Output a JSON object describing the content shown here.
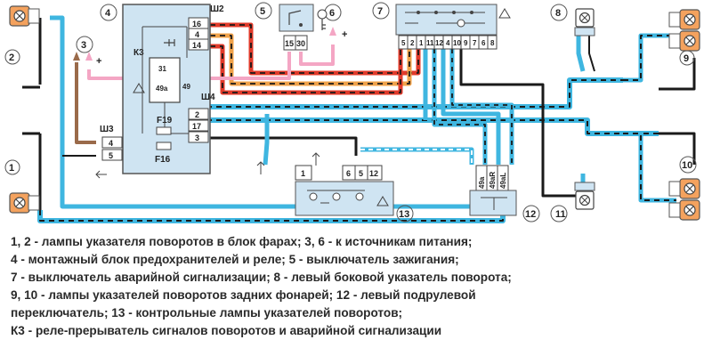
{
  "components": {
    "c1": {
      "number": "1"
    },
    "c2": {
      "number": "2"
    },
    "c3": {
      "number": "3",
      "sign": "+"
    },
    "c4": {
      "number": "4",
      "relay_label": "К3",
      "relay_pin_31": "31",
      "relay_pin_49a": "49а",
      "relay_pin_49": "49",
      "fuse_a": "F19",
      "fuse_b": "F16"
    },
    "c5": {
      "number": "5",
      "pin_a": "15",
      "pin_b": "30"
    },
    "c6": {
      "number": "6",
      "sign": "+"
    },
    "c7": {
      "number": "7",
      "pins": [
        "5",
        "2",
        "1",
        "11",
        "12",
        "4",
        "10",
        "9",
        "7",
        "6",
        "8"
      ]
    },
    "c8": {
      "number": "8"
    },
    "c9": {
      "number": "9"
    },
    "c10": {
      "number": "10"
    },
    "c11": {
      "number": "11"
    },
    "c12": {
      "number": "12",
      "pins": [
        "49а",
        "49аR",
        "49аL"
      ]
    },
    "c13": {
      "number": "13",
      "pin_1": "1",
      "pins": [
        "6",
        "5",
        "12"
      ]
    }
  },
  "connectors": {
    "sh2": {
      "label": "Ш2",
      "pins": [
        "16",
        "4",
        "14"
      ]
    },
    "sh3": {
      "label": "Ш3",
      "pins": [
        "4",
        "5"
      ]
    },
    "sh4": {
      "label": "Ш4",
      "pins": [
        "2",
        "17",
        "3"
      ]
    }
  },
  "colors": {
    "wire_blue": "#3fb6e0",
    "wire_black": "#1a1a1a",
    "wire_red": "#e03a2a",
    "wire_orange": "#f0a24a",
    "wire_pink": "#f4a6c4",
    "wire_brown": "#9a6a4a",
    "lamp_orange": "#f4a25e",
    "box_fill": "#cfe4f2"
  },
  "legend": [
    "1, 2 - лампы указателя поворотов в блок фарах; 3, 6 - к источникам питания;",
    "4 - монтажный блок предохранителей и реле; 5 - выключатель зажигания;",
    "7 - выключатель аварийной сигнализации; 8 - левый боковой указатель поворота;",
    "9, 10 - лампы указателей поворотов задних фонарей; 12 - левый подрулевой",
    "переключатель; 13 - контрольные лампы указателей поворотов;",
    "К3 - реле-прерыватель сигналов поворотов и аварийной сигнализации"
  ]
}
